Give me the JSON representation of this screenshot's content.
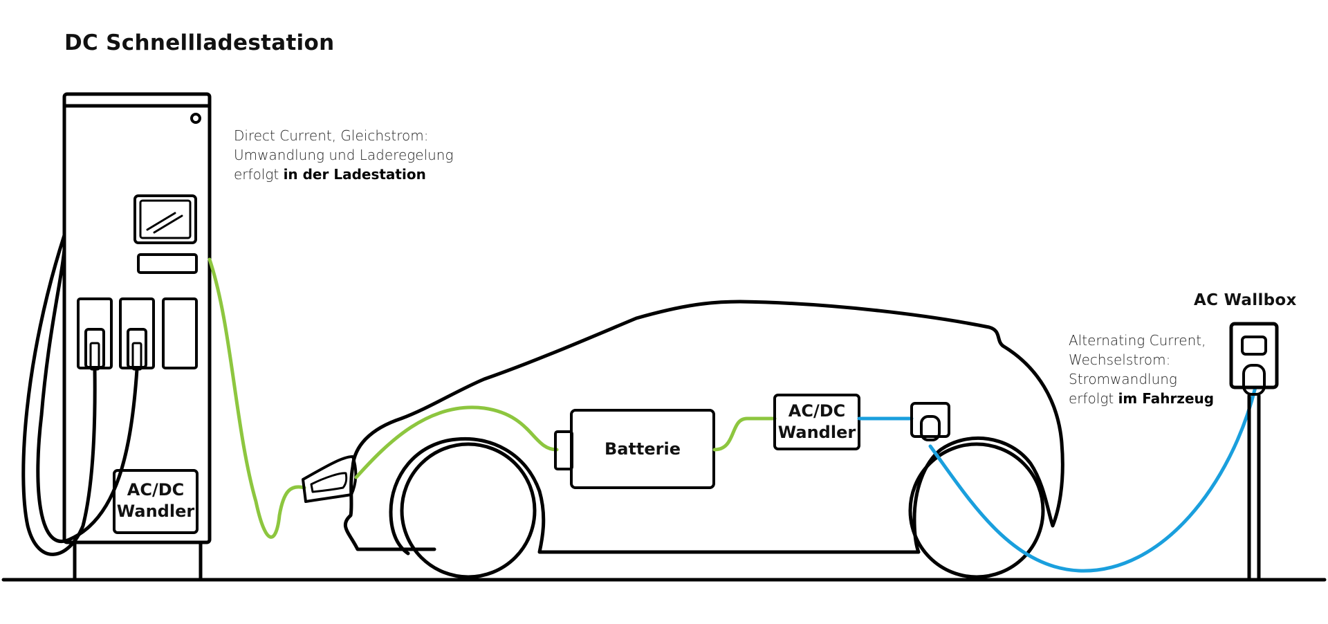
{
  "dc_station": {
    "title": "DC Schnellladestation",
    "desc_line1": "Direct Current, Gleichstrom:",
    "desc_line2": "Umwandlung und Laderegelung",
    "desc_line3_prefix": "erfolgt ",
    "desc_line3_bold": "in der Ladestation",
    "converter_line1": "AC/DC",
    "converter_line2": "Wandler"
  },
  "car": {
    "battery_label": "Batterie",
    "converter_line1": "AC/DC",
    "converter_line2": "Wandler"
  },
  "wallbox": {
    "title": "AC Wallbox",
    "desc_line1": "Alternating Current,",
    "desc_line2": "Wechselstrom:",
    "desc_line3": "Stromwandlung",
    "desc_line4_prefix": "erfolgt ",
    "desc_line4_bold": "im Fahrzeug"
  },
  "colors": {
    "dc_cable": "#8dc63f",
    "ac_cable": "#1a9fdd",
    "outline": "#000000"
  }
}
